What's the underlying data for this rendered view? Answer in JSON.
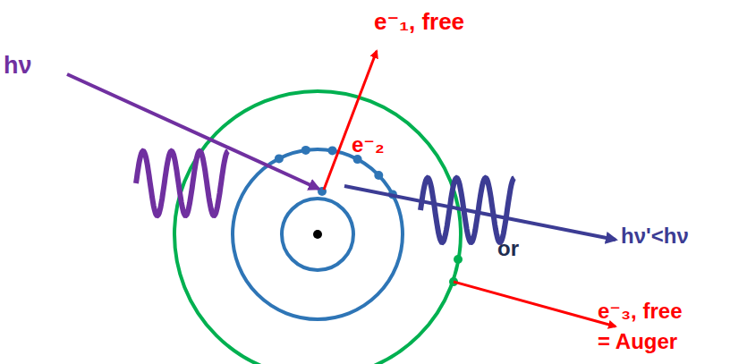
{
  "diagram": {
    "labels": [
      "e⁻₁, free",
      "e⁻₂",
      "hν",
      "hν'<hν",
      "or",
      "e⁻₃, free",
      "= Auger"
    ]
  }
}
